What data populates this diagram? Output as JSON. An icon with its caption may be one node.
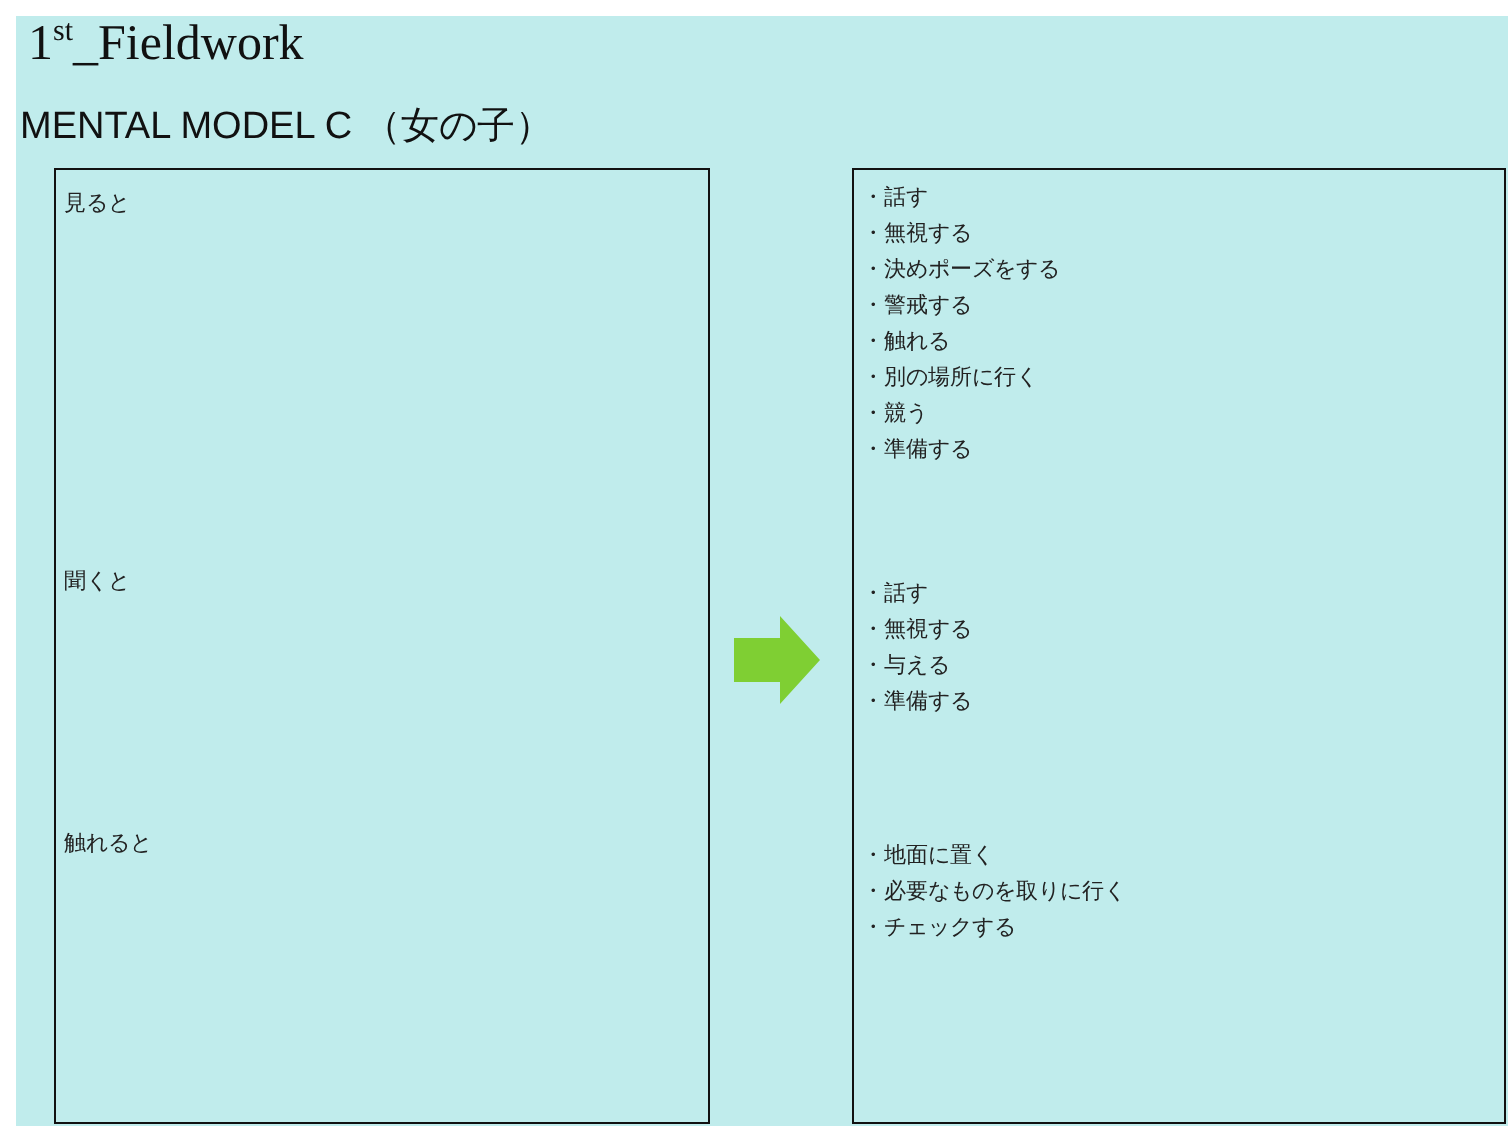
{
  "diagram": {
    "title": "1$^{st}$_Fieldwork",
    "nodes": [
      {
        "text": [
          "見ると",
          "聞くと",
          "触れると"
        ]
      },
      {
        "text": [
          "・話す",
          "・無視する",
          "・決めポーズをする",
          "・警戒する",
          "・触れる",
          "・別の場所に行く",
          "・競う",
          "・準備する",
          "・話す",
          "・無視する",
          "・与える",
          "・準備する",
          "・地面に置く",
          "・必要なものを取りに行く",
          "・チェックする"
        ]
      }
    ],
    "edges": [
      {
        "from": 0,
        "to": 1,
        "arrow": "to",
        "color": "#7fcf33",
        "style": "thick"
      }
    ],
    "labels": [
      "MENTAL MODEL C （女の子）"
    ]
  }
}
